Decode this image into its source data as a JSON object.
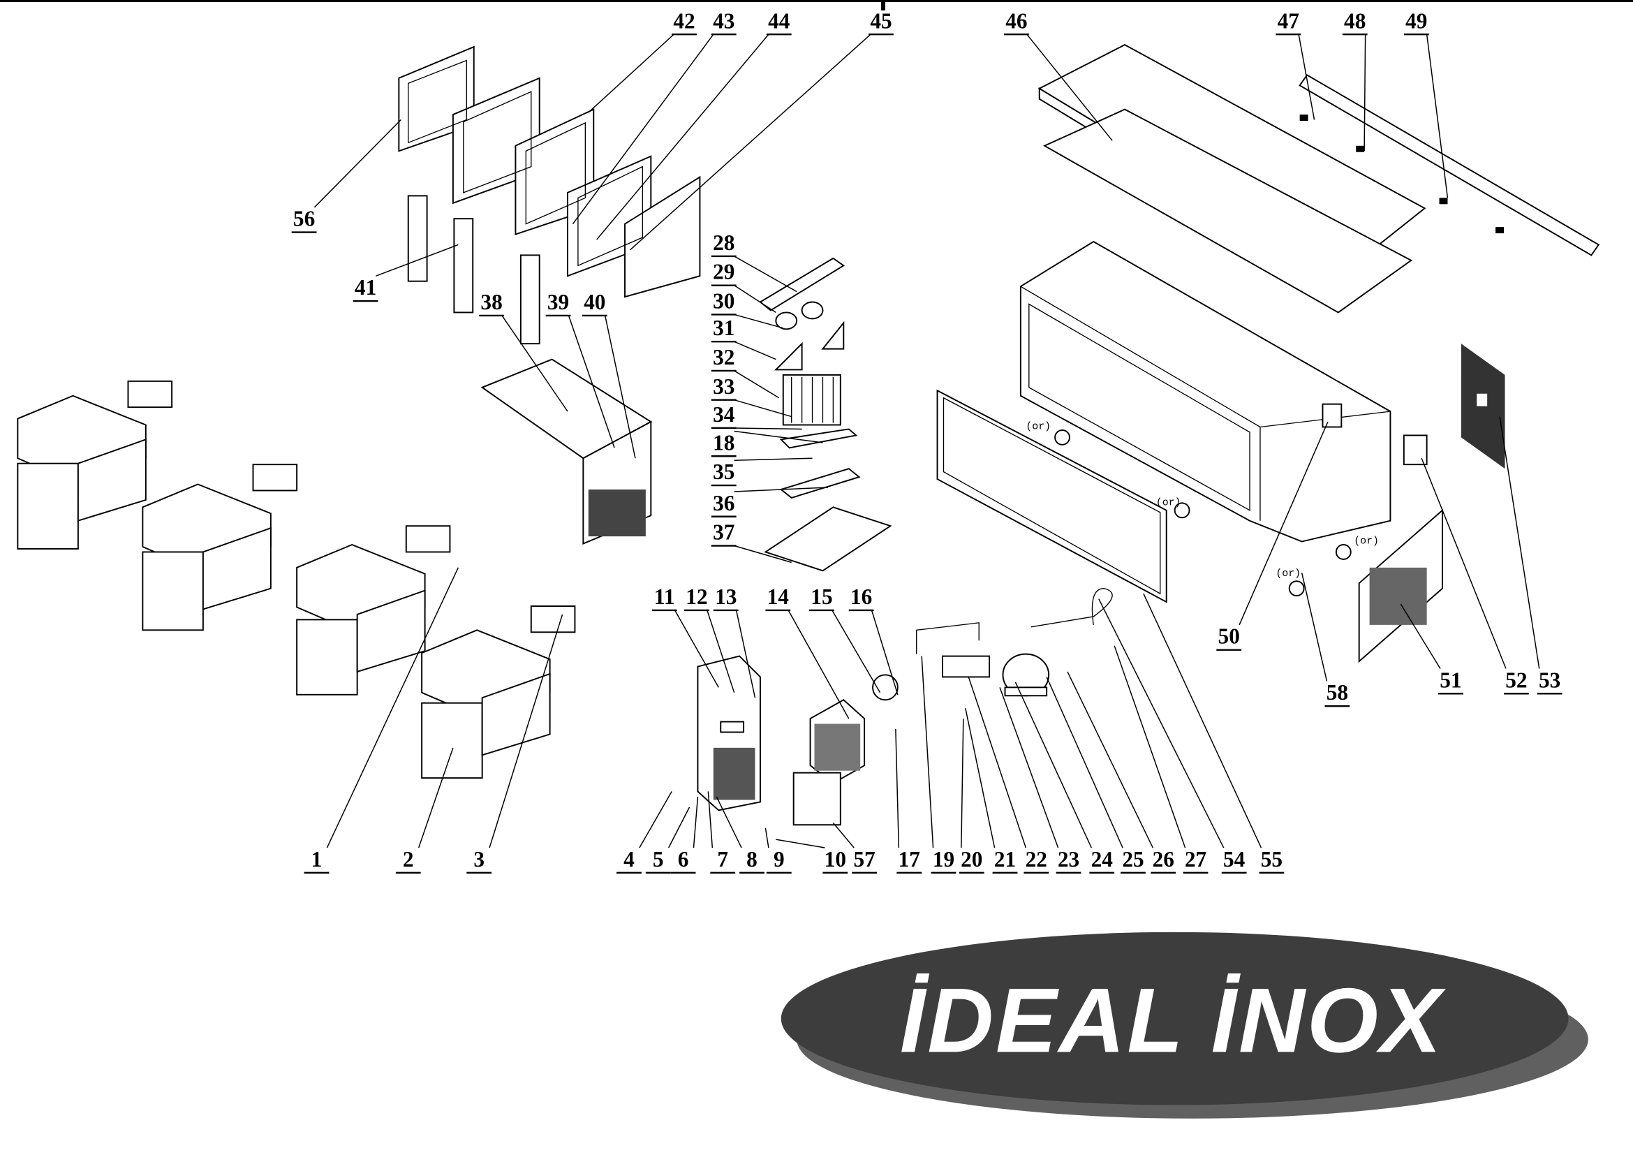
{
  "title": "Exploded parts diagram",
  "callouts": [
    "42",
    "43",
    "44",
    "45",
    "46",
    "47",
    "48",
    "49",
    "56",
    "41",
    "38",
    "39",
    "40",
    "28",
    "29",
    "30",
    "31",
    "32",
    "33",
    "34",
    "18",
    "35",
    "36",
    "37",
    "11",
    "12",
    "13",
    "14",
    "15",
    "16",
    "1",
    "2",
    "3",
    "4",
    "5",
    "6",
    "7",
    "8",
    "9",
    "10",
    "57",
    "17",
    "19",
    "20",
    "21",
    "22",
    "23",
    "24",
    "25",
    "26",
    "27",
    "54",
    "55",
    "50",
    "58",
    "51",
    "52",
    "53"
  ],
  "annotations": {
    "or_label": "(or)"
  },
  "logo": {
    "text": "İDEAL İNOX",
    "fill_color": "#3d3d3d",
    "shadow_color": "#606060",
    "text_color": "#ffffff"
  }
}
